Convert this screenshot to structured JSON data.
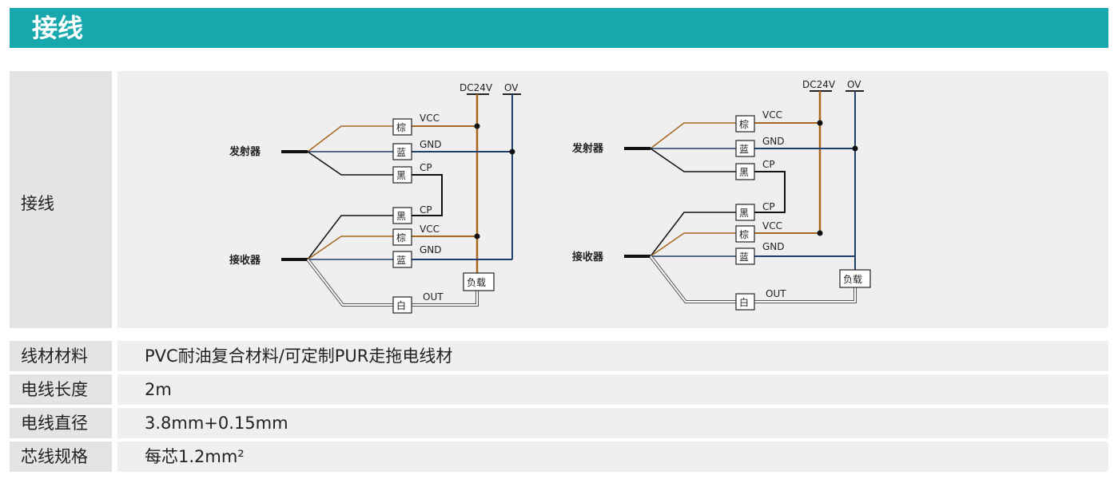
{
  "header": {
    "title": "接线"
  },
  "diagram_section": {
    "label": "接线"
  },
  "wiring_diagrams": [
    {
      "supply_positive": "DC24V",
      "supply_negative": "OV",
      "emitter": {
        "label": "发射器",
        "wires": [
          {
            "color_name": "棕",
            "signal": "VCC"
          },
          {
            "color_name": "蓝",
            "signal": "GND"
          },
          {
            "color_name": "黑",
            "signal": "CP"
          }
        ]
      },
      "receiver": {
        "label": "接收器",
        "wires": [
          {
            "color_name": "黑",
            "signal": "CP"
          },
          {
            "color_name": "棕",
            "signal": "VCC"
          },
          {
            "color_name": "蓝",
            "signal": "GND"
          },
          {
            "color_name": "白",
            "signal": "OUT"
          }
        ]
      },
      "load_label": "负载"
    },
    {
      "supply_positive": "DC24V",
      "supply_negative": "OV",
      "emitter": {
        "label": "发射器",
        "wires": [
          {
            "color_name": "棕",
            "signal": "VCC"
          },
          {
            "color_name": "蓝",
            "signal": "GND"
          },
          {
            "color_name": "黑",
            "signal": "CP"
          }
        ]
      },
      "receiver": {
        "label": "接收器",
        "wires": [
          {
            "color_name": "黑",
            "signal": "CP"
          },
          {
            "color_name": "棕",
            "signal": "VCC"
          },
          {
            "color_name": "蓝",
            "signal": "GND"
          },
          {
            "color_name": "白",
            "signal": "OUT"
          }
        ]
      },
      "load_label": "负载"
    }
  ],
  "specs": [
    {
      "label": "线材材料",
      "value": "PVC耐油复合材料/可定制PUR走拖电线材"
    },
    {
      "label": "电线长度",
      "value": "2m"
    },
    {
      "label": "电线直径",
      "value": "3.8mm+0.15mm"
    },
    {
      "label": "芯线规格",
      "value": "每芯1.2mm²"
    }
  ],
  "colors": {
    "header_bg": "#17a8ae",
    "brown_wire": "#a8661e",
    "blue_wire": "#1f3f6e",
    "black_wire": "#1a1a1a"
  }
}
